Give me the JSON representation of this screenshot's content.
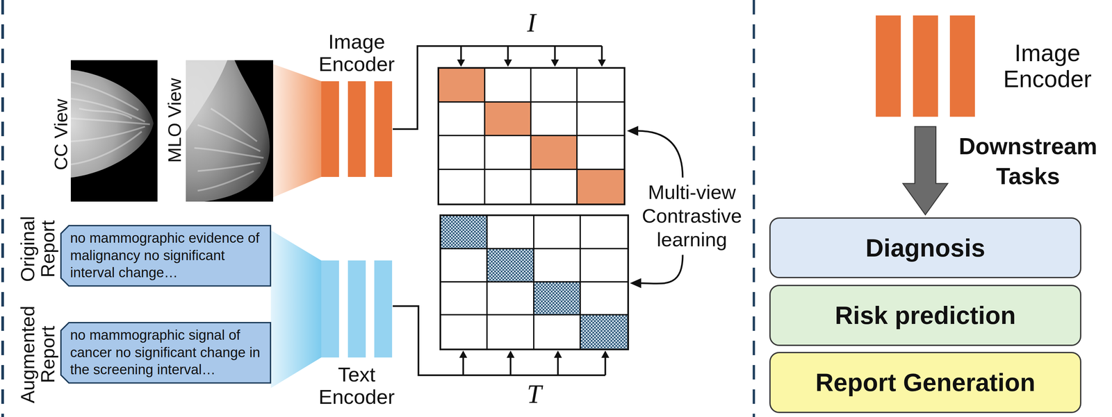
{
  "diagram": {
    "nodes": [
      {
        "text": [
          "Image Encoder"
        ]
      },
      {
        "text": [
          "Text Encoder"
        ]
      },
      {
        "text": [
          "no mammographic evidence of malignancy no significant interval change…"
        ]
      },
      {
        "text": [
          "no mammographic signal of cancer no significant change in the screening interval…"
        ]
      },
      {
        "text": [
          "I"
        ]
      },
      {
        "text": [
          "T"
        ]
      },
      {
        "text": [
          "Image Encoder"
        ]
      },
      {
        "text": [
          "Diagnosis"
        ]
      },
      {
        "text": [
          "Risk prediction"
        ]
      },
      {
        "text": [
          "Report Generation"
        ]
      }
    ],
    "edges": [
      {
        "from": 0,
        "to": 4,
        "arrow": "to"
      },
      {
        "from": 1,
        "to": 5,
        "arrow": "to"
      },
      {
        "from": 6,
        "to": 7,
        "arrow": "to"
      }
    ],
    "labels": [
      "CC View",
      "MLO View",
      "Original Report",
      "Augmented Report",
      "Multi-view Contrastive learning",
      "Downstream Tasks"
    ]
  }
}
